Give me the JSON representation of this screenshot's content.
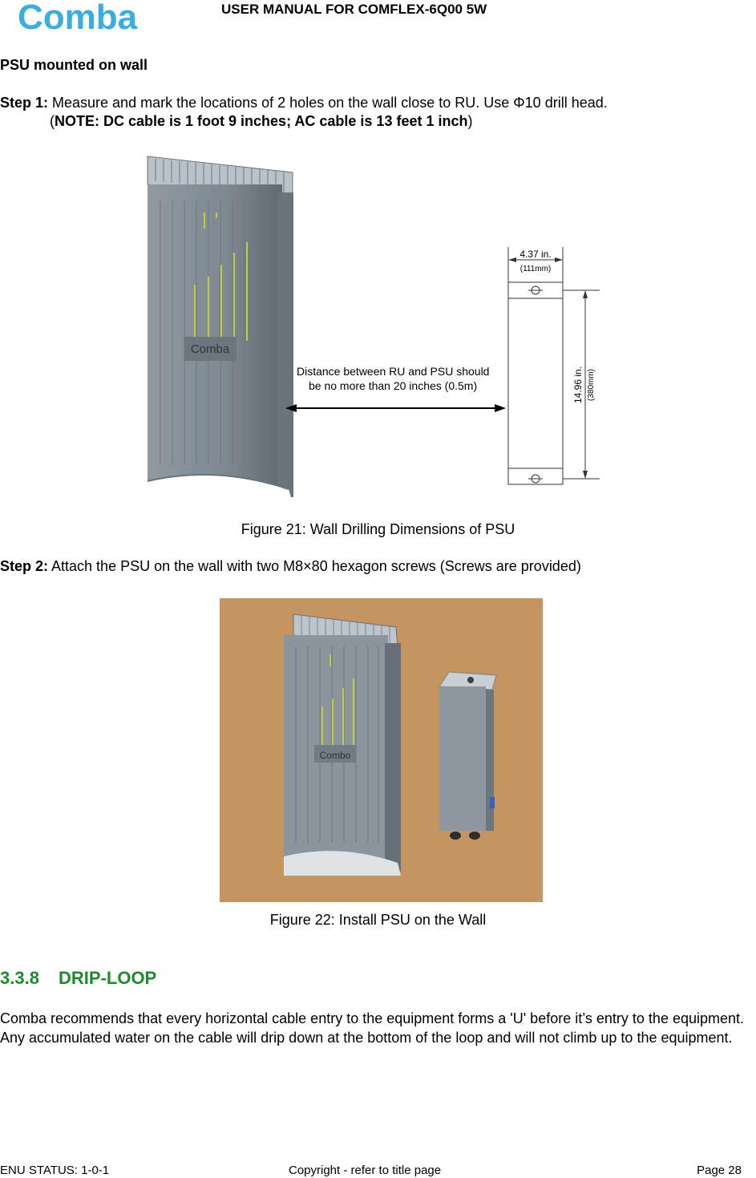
{
  "header": {
    "logo_text": "Comba",
    "doc_title": "USER MANUAL FOR COMFLEX-6Q00 5W"
  },
  "section_heading": "PSU mounted on wall",
  "step1": {
    "label": "Step 1:",
    "text": " Measure and mark the locations of 2 holes on the wall close to RU. Use Φ10 drill head.",
    "note_open": "(",
    "note_bold": "NOTE: DC cable is 1 foot 9 inches; AC cable is 13 feet 1 inch",
    "note_close": ")"
  },
  "figure21": {
    "caption": "Figure 21: Wall Drilling Dimensions of PSU",
    "device_logo": "Comba",
    "distance_line1": "Distance between RU and PSU should",
    "distance_line2": "be no more than 20 inches (0.5m)",
    "width_label": "4.37 in.",
    "width_mm": "(111mm)",
    "height_label": "14.96 in.",
    "height_mm": "(380mm)"
  },
  "step2": {
    "label": "Step 2:",
    "text": " Attach the PSU on the wall with two M8×80 hexagon screws (Screws are provided)"
  },
  "figure22": {
    "caption": "Figure 22: Install PSU on the Wall",
    "device_logo": "Combo"
  },
  "section": {
    "number": "3.3.8",
    "title": "DRIP-LOOP",
    "paragraph": "Comba recommends that every horizontal cable entry to the equipment forms a 'U' before it’s entry to the equipment. Any accumulated water on the cable will drip down at the bottom of the loop and will not climb up to the equipment."
  },
  "footer": {
    "status": "ENU STATUS: 1-0-1",
    "copyright": "Copyright - refer to title page",
    "page": "Page 28"
  },
  "colors": {
    "logo_blue": "#3aaee0",
    "section_green": "#1f8a2e",
    "wall_tan": "#c49461"
  }
}
